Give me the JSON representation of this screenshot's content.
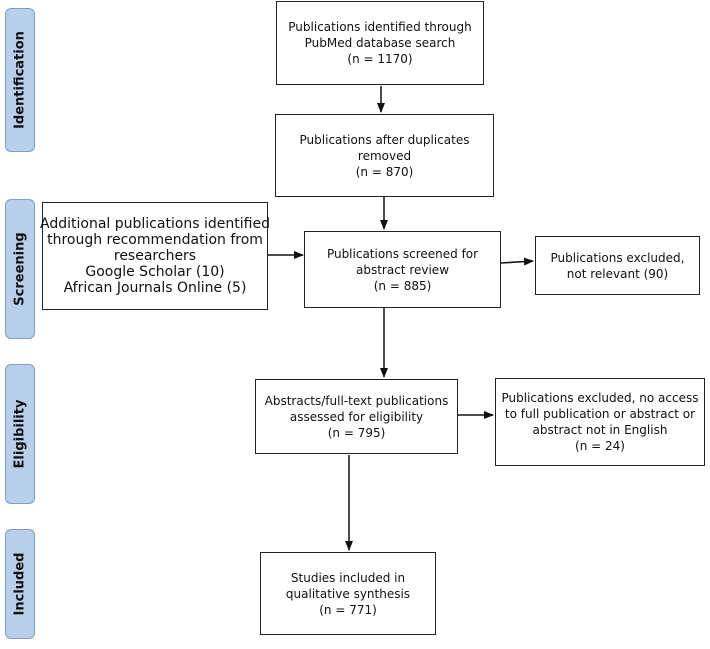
{
  "stages": {
    "identification": "Identification",
    "screening": "Screening",
    "eligibility": "Eligibility",
    "included": "Included"
  },
  "boxes": {
    "identified": [
      "Publications identified through",
      "PubMed database search",
      "(n = 1170)"
    ],
    "after_duplicates": [
      "Publications after duplicates",
      "removed",
      "(n = 870)"
    ],
    "additional": [
      "Additional publications identified",
      "through recommendation from",
      "researchers",
      "Google Scholar (10)",
      "African Journals Online (5)"
    ],
    "screened": [
      "Publications screened for",
      "abstract review",
      "(n = 885)"
    ],
    "excluded_not_relevant": [
      "Publications excluded,",
      "not relevant (90)"
    ],
    "assessed": [
      "Abstracts/full-text publications",
      "assessed for eligibility",
      "(n = 795)"
    ],
    "excluded_no_access": [
      "Publications excluded, no access",
      "to full publication or abstract or",
      "abstract not in English",
      "(n = 24)"
    ],
    "included": [
      "Studies included in",
      "qualitative synthesis",
      "(n = 771)"
    ]
  }
}
